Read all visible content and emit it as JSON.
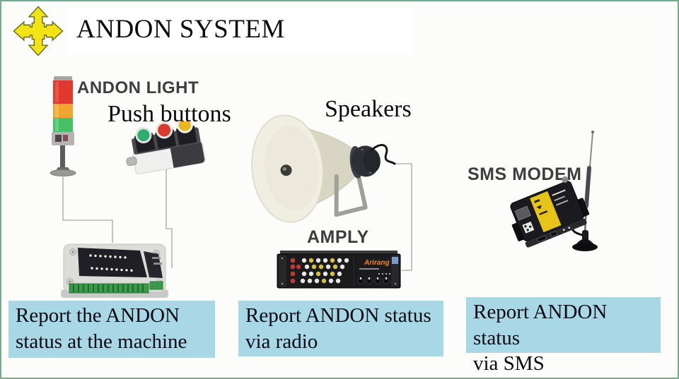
{
  "title": "ANDON SYSTEM",
  "labels": {
    "andon_light": "ANDON LIGHT",
    "push_buttons": "Push buttons",
    "speakers": "Speakers",
    "amply": "AMPLY",
    "sms_modem": "SMS MODEM"
  },
  "amplifier": {
    "brand": "Arirang"
  },
  "callouts": [
    {
      "line1": "Report the ANDON",
      "line2": "status at the machine"
    },
    {
      "line1": "Report ANDON status",
      "line2": "via radio"
    },
    {
      "line1": "Report ANDON status",
      "line2": "via SMS"
    }
  ],
  "colors": {
    "border_green": "#76a98f",
    "callout_blue": "#a8d8e6",
    "compass_yellow": "#f2e315",
    "tower_red": "#e03a2e",
    "tower_orange": "#f2a52e",
    "tower_green": "#46c066",
    "amplifier_brand_orange": "#e88a1e"
  }
}
